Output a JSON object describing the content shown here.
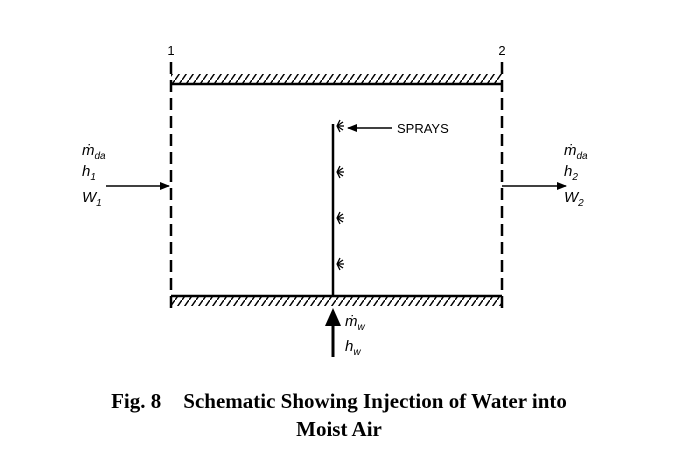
{
  "diagram": {
    "station_1": "1",
    "station_2": "2",
    "sprays_label": "SPRAYS",
    "inlet": {
      "mass_flow": "ṁ",
      "mass_flow_sub": "da",
      "enthalpy": "h",
      "enthalpy_sub": "1",
      "humidity": "W",
      "humidity_sub": "1"
    },
    "outlet": {
      "mass_flow": "ṁ",
      "mass_flow_sub": "da",
      "enthalpy": "h",
      "enthalpy_sub": "2",
      "humidity": "W",
      "humidity_sub": "2"
    },
    "water": {
      "mass_flow": "ṁ",
      "mass_flow_sub": "w",
      "enthalpy": "h",
      "enthalpy_sub": "w"
    }
  },
  "caption": {
    "fig_number": "Fig. 8",
    "line1": "Schematic Showing Injection of Water into",
    "line2": "Moist Air"
  }
}
